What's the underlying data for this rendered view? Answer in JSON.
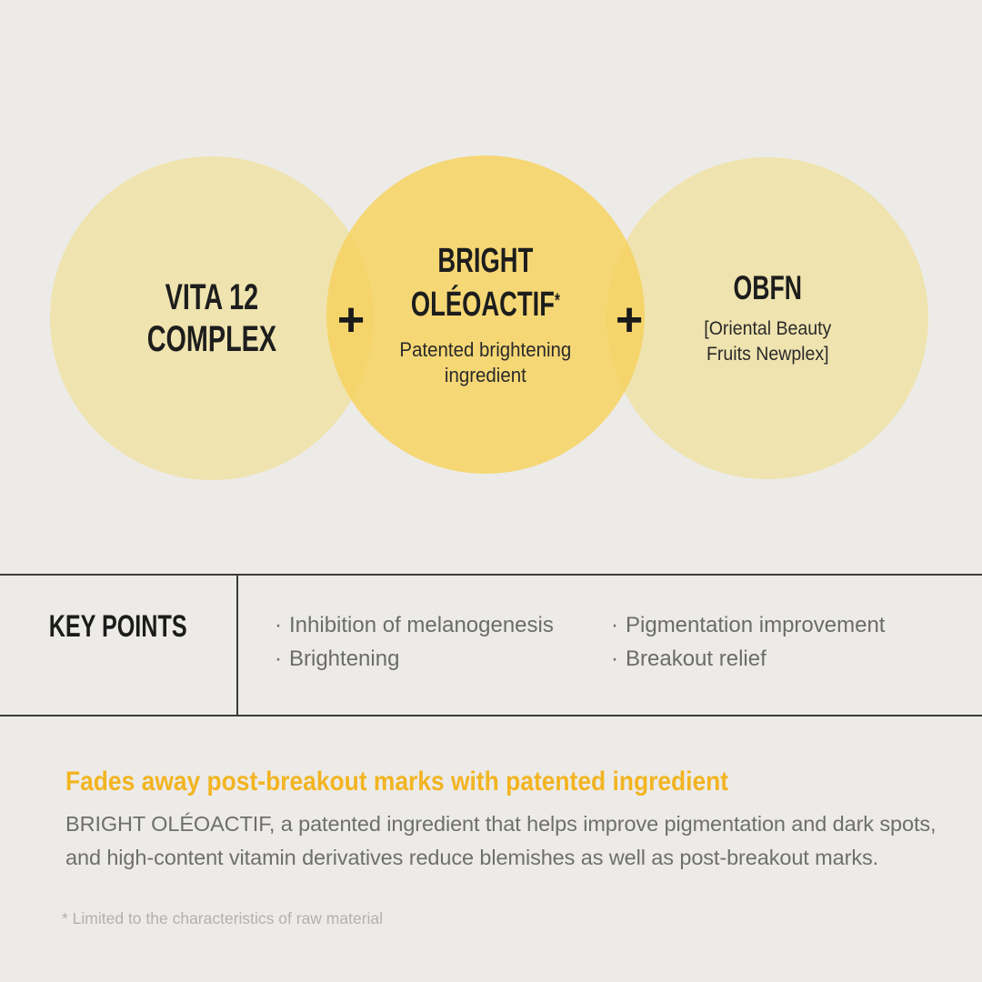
{
  "venn": {
    "plus_label": "+",
    "circles": [
      {
        "id": "vita-12-complex",
        "title_lines": [
          "VITA 12",
          "COMPLEX"
        ]
      },
      {
        "id": "bright-oleoactif",
        "title_lines": [
          "BRIGHT",
          "OLÉOACTIF"
        ],
        "title_superscript": "*",
        "subtitle_lines": [
          "Patented brightening",
          "ingredient"
        ]
      },
      {
        "id": "obfn",
        "title_lines": [
          "OBFN"
        ],
        "subtitle_lines": [
          "[Oriental Beauty",
          "Fruits Newplex]"
        ]
      }
    ]
  },
  "key_points": {
    "label": "KEY POINTS",
    "bullet": "·",
    "columns": [
      [
        "Inhibition of melanogenesis",
        "Brightening"
      ],
      [
        "Pigmentation improvement",
        "Breakout relief"
      ]
    ]
  },
  "description": {
    "heading": "Fades away post-breakout marks with patented ingredient",
    "body_lines": [
      "BRIGHT OLÉOACTIF, a patented ingredient that helps improve pigmentation and dark spots,",
      "and high-content vitamin derivatives reduce blemishes as well as post-breakout marks."
    ],
    "footnote": "* Limited to the characteristics of raw material"
  },
  "colors": {
    "background": "#EDEBE8",
    "circle_outer_fill": "#EFE3AF",
    "circle_center_fill": "#F6D25C",
    "overlap_lens": "#F0CE71",
    "plus_sign": "#1A1A1A",
    "table_border": "#3B3B3B",
    "title_text": "#1D1D1D",
    "key_points_text": "#6B6B6B",
    "accent_heading": "#F2B421",
    "body_text": "#6E6E6E",
    "footnote_text": "#B2B1AE"
  }
}
